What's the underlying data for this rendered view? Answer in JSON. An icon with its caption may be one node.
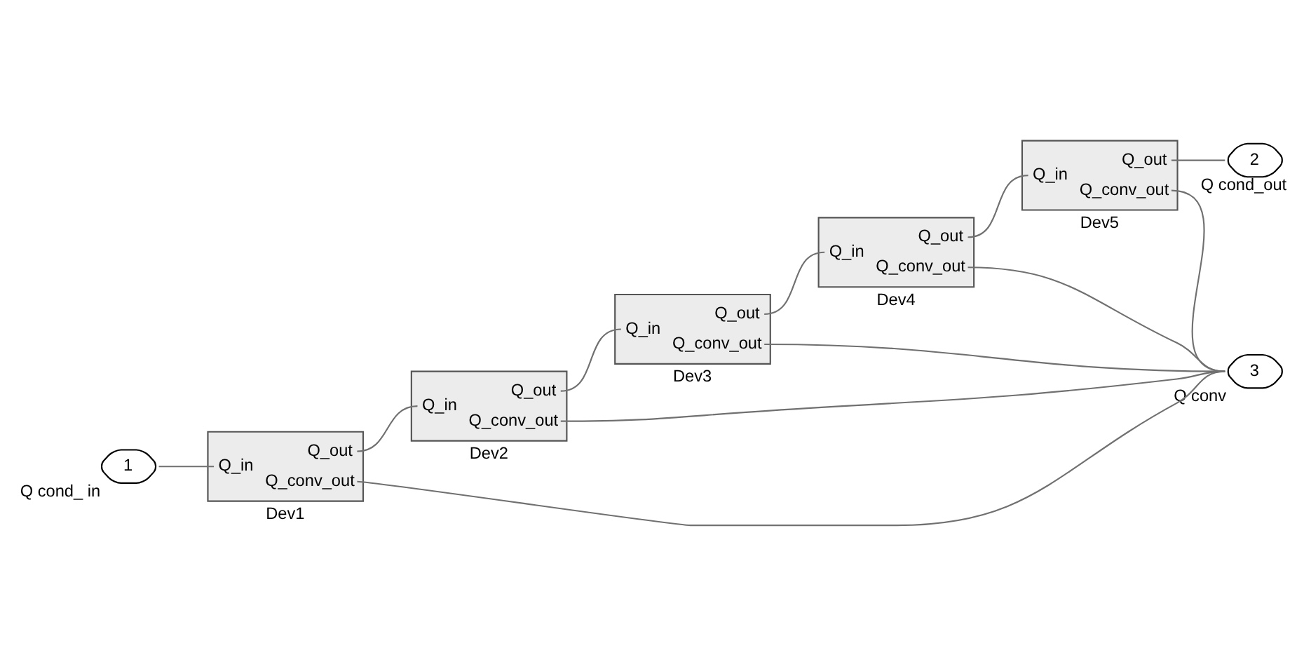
{
  "diagram": {
    "nodes": [
      {
        "text": [
          "1"
        ],
        "beside": [
          "Q cond_ in"
        ]
      },
      {
        "text": [
          "Q_in",
          "Q_out",
          "Q_conv_out"
        ],
        "beside": [
          "Dev1"
        ]
      },
      {
        "text": [
          "Q_in",
          "Q_out",
          "Q_conv_out"
        ],
        "beside": [
          "Dev2"
        ]
      },
      {
        "text": [
          "Q_in",
          "Q_out",
          "Q_conv_out"
        ],
        "beside": [
          "Dev3"
        ]
      },
      {
        "text": [
          "Q_in",
          "Q_out",
          "Q_conv_out"
        ],
        "beside": [
          "Dev4"
        ]
      },
      {
        "text": [
          "Q_in",
          "Q_out",
          "Q_conv_out"
        ],
        "beside": [
          "Dev5"
        ]
      },
      {
        "text": [
          "2"
        ],
        "beside": [
          "Q cond_out"
        ]
      },
      {
        "text": [
          "3"
        ],
        "beside": [
          "Q conv"
        ]
      }
    ],
    "edges": [
      {
        "from": 0,
        "to": 1,
        "arrow": "none"
      },
      {
        "from": 1,
        "to": 2,
        "arrow": "none"
      },
      {
        "from": 2,
        "to": 3,
        "arrow": "none"
      },
      {
        "from": 3,
        "to": 4,
        "arrow": "none"
      },
      {
        "from": 4,
        "to": 5,
        "arrow": "none"
      },
      {
        "from": 5,
        "to": 6,
        "arrow": "none"
      },
      {
        "from": 1,
        "to": 7,
        "arrow": "none"
      },
      {
        "from": 2,
        "to": 7,
        "arrow": "none"
      },
      {
        "from": 3,
        "to": 7,
        "arrow": "none"
      },
      {
        "from": 4,
        "to": 7,
        "arrow": "none"
      },
      {
        "from": 5,
        "to": 7,
        "arrow": "none"
      }
    ]
  }
}
